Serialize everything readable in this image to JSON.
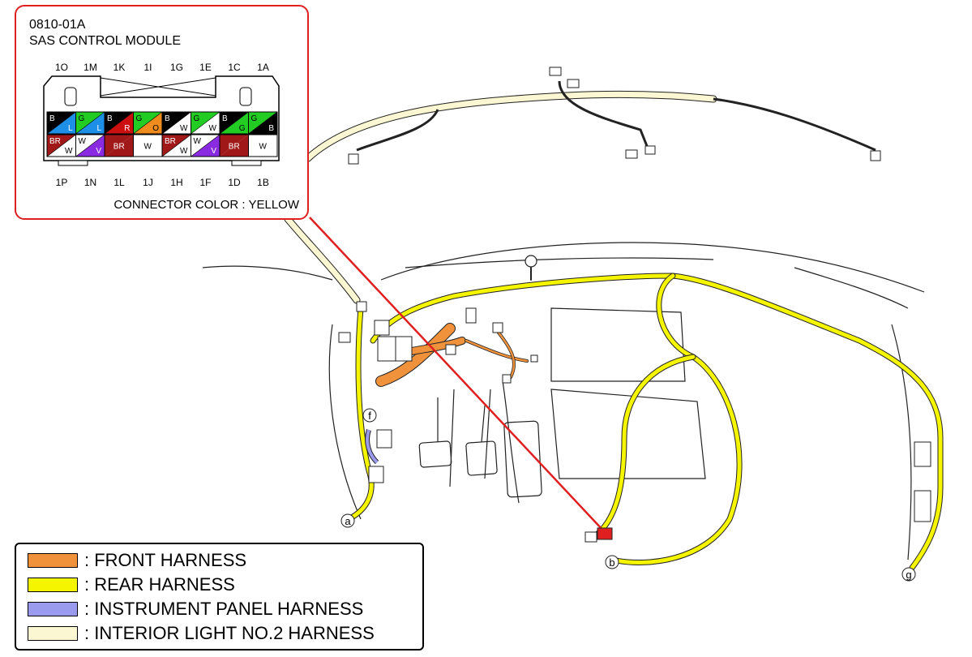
{
  "callout": {
    "code": "0810-01A",
    "title": "SAS CONTROL MODULE",
    "connector_color": "CONNECTOR COLOR : YELLOW",
    "top_pins": [
      "1O",
      "1M",
      "1K",
      "1I",
      "1G",
      "1E",
      "1C",
      "1A"
    ],
    "bottom_pins": [
      "1P",
      "1N",
      "1L",
      "1J",
      "1H",
      "1F",
      "1D",
      "1B"
    ],
    "top_row_cells": [
      {
        "a": "B",
        "b": "L",
        "ca": "#000000",
        "cb": "#1e8fe6"
      },
      {
        "a": "G",
        "b": "L",
        "ca": "#22cc22",
        "cb": "#1e8fe6"
      },
      {
        "a": "B",
        "b": "R",
        "ca": "#000000",
        "cb": "#cc1010"
      },
      {
        "a": "G",
        "b": "O",
        "ca": "#22cc22",
        "cb": "#f08c1e"
      },
      {
        "a": "B",
        "b": "W",
        "ca": "#000000",
        "cb": "#ffffff"
      },
      {
        "a": "G",
        "b": "W",
        "ca": "#22cc22",
        "cb": "#ffffff"
      },
      {
        "a": "B",
        "b": "G",
        "ca": "#000000",
        "cb": "#22cc22"
      },
      {
        "a": "G",
        "b": "B",
        "ca": "#22cc22",
        "cb": "#000000"
      }
    ],
    "bottom_row_cells": [
      {
        "a": "BR",
        "b": "W",
        "ca": "#a01818",
        "cb": "#ffffff"
      },
      {
        "a": "W",
        "b": "V",
        "ca": "#ffffff",
        "cb": "#8a2be2"
      },
      {
        "a": "BR",
        "b": "",
        "ca": "#a01818",
        "cb": "#a01818"
      },
      {
        "a": "W",
        "b": "",
        "ca": "#ffffff",
        "cb": "#ffffff"
      },
      {
        "a": "BR",
        "b": "W",
        "ca": "#a01818",
        "cb": "#ffffff"
      },
      {
        "a": "W",
        "b": "V",
        "ca": "#ffffff",
        "cb": "#8a2be2"
      },
      {
        "a": "BR",
        "b": "",
        "ca": "#a01818",
        "cb": "#a01818"
      },
      {
        "a": "W",
        "b": "",
        "ca": "#ffffff",
        "cb": "#ffffff"
      }
    ]
  },
  "legend": [
    {
      "label": ": FRONT HARNESS",
      "color": "#f0923c"
    },
    {
      "label": ": REAR HARNESS",
      "color": "#f5f500"
    },
    {
      "label": ": INSTRUMENT PANEL HARNESS",
      "color": "#9a9aee"
    },
    {
      "label": ": INTERIOR LIGHT NO.2 HARNESS",
      "color": "#fbf7d2"
    }
  ],
  "points": [
    "a",
    "b",
    "f",
    "g"
  ],
  "colors": {
    "callout_border": "#e02020",
    "leader_line": "#e02020",
    "rear_harness": "#f5f500",
    "front_harness": "#f0923c",
    "interior_harness": "#fbf7d2",
    "ip_harness": "#9a9aee"
  }
}
